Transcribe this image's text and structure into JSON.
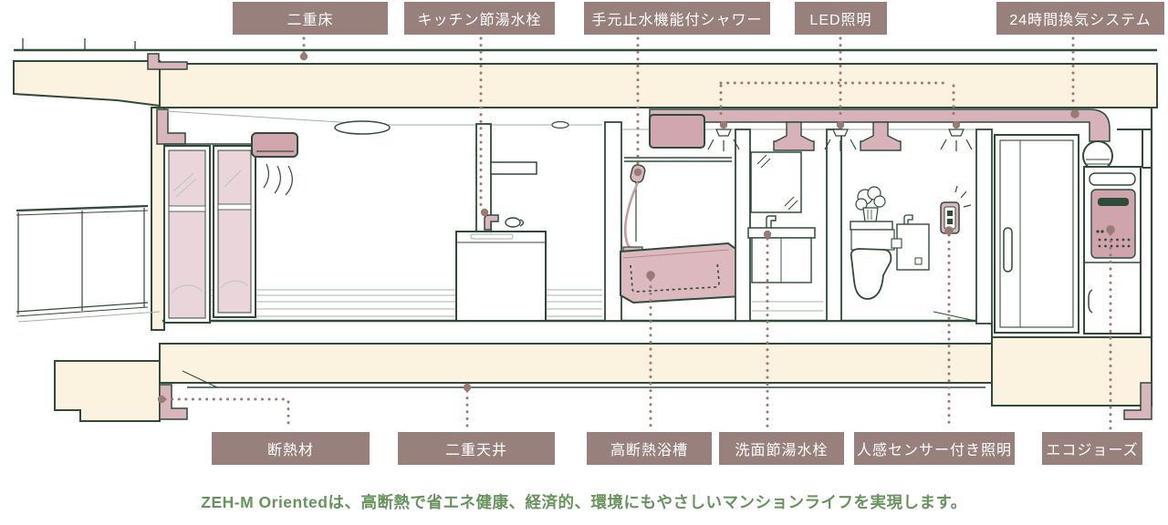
{
  "labels": {
    "top": [
      {
        "id": "double-floor",
        "text": "二重床"
      },
      {
        "id": "kitchen-water-saving-faucet",
        "text": "キッチン節湯水栓"
      },
      {
        "id": "shower-with-stop-switch",
        "text": "手元止水機能付シャワー"
      },
      {
        "id": "led-lighting",
        "text": "LED照明"
      },
      {
        "id": "24h-ventilation-system",
        "text": "24時間換気システム"
      }
    ],
    "bottom": [
      {
        "id": "insulation",
        "text": "断熱材"
      },
      {
        "id": "double-ceiling",
        "text": "二重天井"
      },
      {
        "id": "insulated-bathtub",
        "text": "高断熱浴槽"
      },
      {
        "id": "basin-water-saving-faucet",
        "text": "洗面節湯水栓"
      },
      {
        "id": "motion-sensor-light",
        "text": "人感センサー付き照明"
      },
      {
        "id": "eco-jozu",
        "text": "エコジョーズ"
      }
    ]
  },
  "tagline": "ZEH-M Orientedは、高断熱で省エネ健康、経済的、環境にもやさしいマンションライフを実現します。",
  "colors": {
    "label_bg": "#98807c",
    "label_text": "#ffffff",
    "leader_dot": "#9a7a75",
    "outline_green": "#2f4b3a",
    "slab_cream": "#fbf2df",
    "fixture_pink": "#d9b5bc",
    "glass_pink": "#ead5da",
    "tagline_green": "#67935c"
  }
}
